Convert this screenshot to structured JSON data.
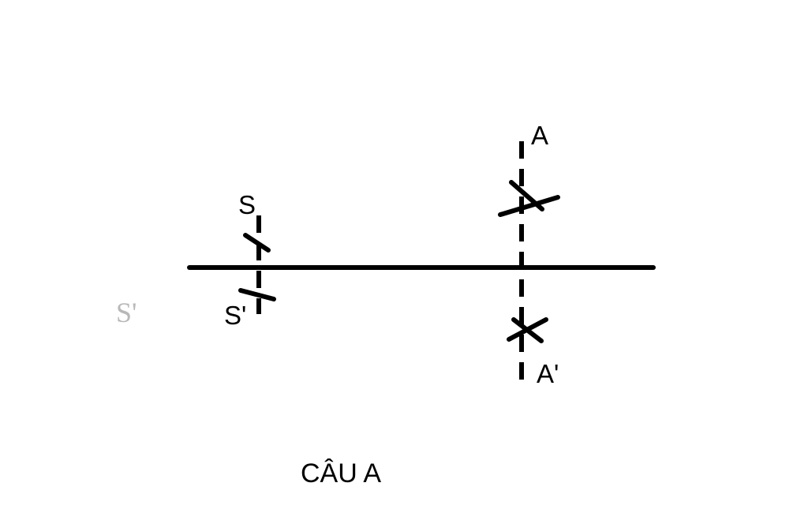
{
  "diagram": {
    "labels": {
      "s": "S",
      "s_prime": "S'",
      "a": "A",
      "a_prime": "A'",
      "ghost_s_prime": "S'"
    },
    "caption": "CÂU A",
    "colors": {
      "ink": "#000000",
      "ghost": "#b8b8b8",
      "background": "#ffffff"
    }
  }
}
